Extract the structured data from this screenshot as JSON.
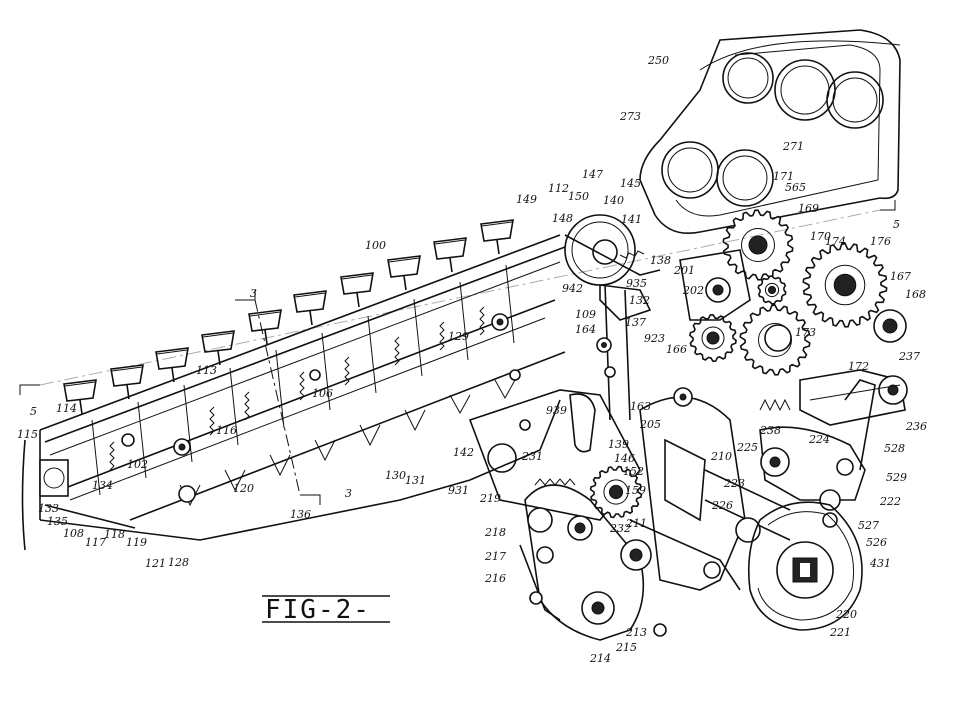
{
  "figure": {
    "title": "FIG-2-"
  },
  "reference_numerals": [
    "250",
    "273",
    "271",
    "171",
    "565",
    "169",
    "5",
    "170",
    "174",
    "176",
    "167",
    "168",
    "149",
    "112",
    "147",
    "145",
    "150",
    "140",
    "141",
    "148",
    "100",
    "138",
    "935",
    "201",
    "202",
    "942",
    "132",
    "109",
    "137",
    "164",
    "166",
    "173",
    "923",
    "3",
    "129",
    "106",
    "113",
    "237",
    "172",
    "236",
    "939",
    "163",
    "205",
    "238",
    "225",
    "224",
    "528",
    "115",
    "5",
    "114",
    "116",
    "102",
    "134",
    "133",
    "135",
    "108",
    "117",
    "118",
    "119",
    "121",
    "128",
    "120",
    "136",
    "3",
    "130",
    "131",
    "142",
    "231",
    "931",
    "139",
    "146",
    "152",
    "159",
    "219",
    "218",
    "217",
    "216",
    "232",
    "211",
    "226",
    "210",
    "223",
    "529",
    "222",
    "527",
    "526",
    "431",
    "220",
    "221",
    "213",
    "214",
    "215"
  ]
}
